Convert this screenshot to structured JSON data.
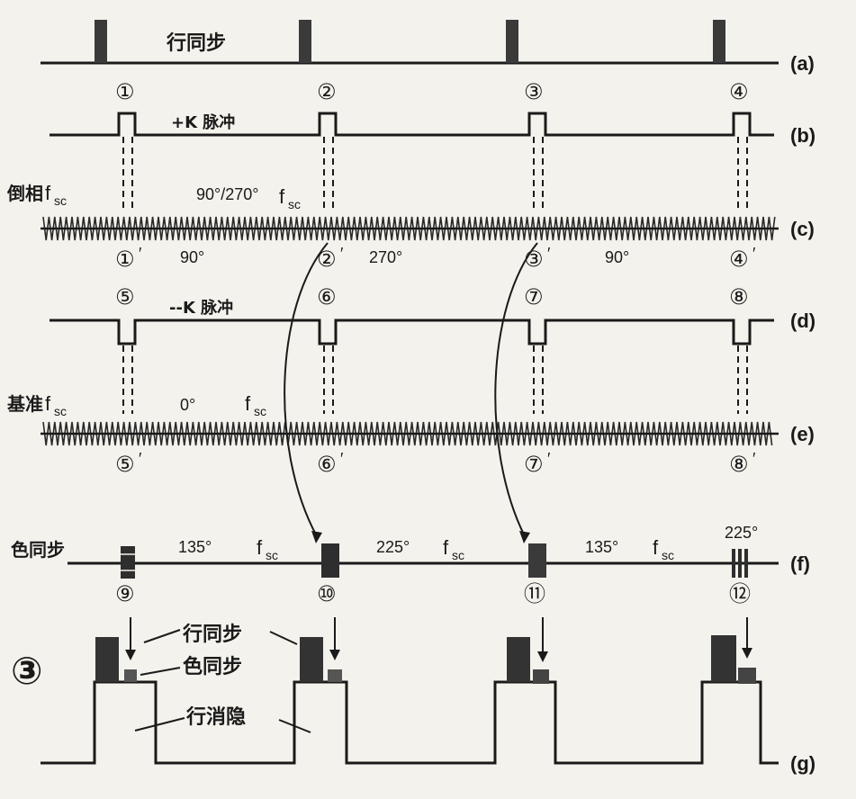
{
  "figure_number": "③",
  "rows": {
    "a": {
      "tag": "(a)",
      "label": "行同步"
    },
    "b": {
      "tag": "(b)",
      "label": "+K 脉冲"
    },
    "c": {
      "tag": "(c)",
      "left_label": "倒相",
      "left_fsc": "f",
      "left_fsc_sub": "sc",
      "top_label_deg": "90°/270°",
      "top_label_f": "f",
      "top_label_sub": "sc"
    },
    "d": {
      "tag": "(d)",
      "label": "--K 脉冲"
    },
    "e": {
      "tag": "(e)",
      "left_label": "基准",
      "left_fsc": "f",
      "left_fsc_sub": "sc",
      "deg": "0°",
      "f": "f",
      "f_sub": "sc"
    },
    "f": {
      "tag": "(f)",
      "left_label": "色同步"
    },
    "g": {
      "tag": "(g)"
    }
  },
  "markers_b": [
    "①",
    "②",
    "③",
    "④"
  ],
  "markers_c": [
    "①",
    "②",
    "③",
    "④"
  ],
  "markers_c_prime": [
    "′",
    "′",
    "′",
    "′"
  ],
  "phases_c": [
    "90°",
    "270°",
    "90°"
  ],
  "markers_d": [
    "⑤",
    "⑥",
    "⑦",
    "⑧"
  ],
  "markers_e": [
    "⑤",
    "⑥",
    "⑦",
    "⑧"
  ],
  "markers_e_prime": [
    "′",
    "′",
    "′",
    "′"
  ],
  "phases_f": [
    {
      "deg": "135°",
      "f": "f",
      "sub": "sc"
    },
    {
      "deg": "225°",
      "f": "f",
      "sub": "sc"
    },
    {
      "deg": "135°",
      "f": "f",
      "sub": "sc"
    }
  ],
  "phase_f_last": "225°",
  "markers_f": [
    "⑨",
    "⑩",
    "⑪",
    "⑫"
  ],
  "callouts_g": {
    "hsync": "行同步",
    "burst": "色同步",
    "blank": "行消隐"
  }
}
